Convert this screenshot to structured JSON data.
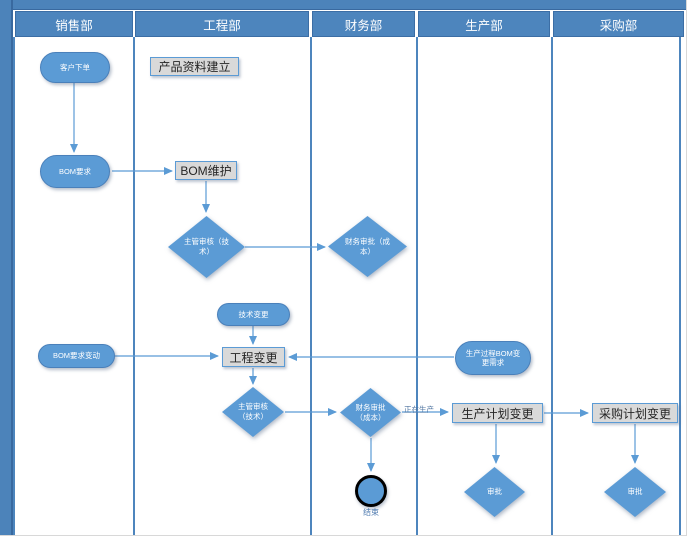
{
  "header": {
    "lanes": [
      "销售部",
      "工程部",
      "财务部",
      "生产部",
      "采购部"
    ]
  },
  "nodes": {
    "customer_order": {
      "label": "客户下单",
      "shape": "stadium",
      "lane": "销售部"
    },
    "bom_requirement": {
      "label": "BOM要求",
      "shape": "stadium",
      "lane": "销售部"
    },
    "bom_requirement_change": {
      "label": "BOM要求变动",
      "shape": "stadium",
      "lane": "销售部"
    },
    "product_data_setup": {
      "label": "产品资料建立",
      "shape": "process",
      "lane": "工程部"
    },
    "bom_maintenance": {
      "label": "BOM维护",
      "shape": "process",
      "lane": "工程部"
    },
    "supervisor_review_1": {
      "label": "主管审核（技术）",
      "shape": "decision",
      "lane": "工程部"
    },
    "tech_change": {
      "label": "技术变更",
      "shape": "stadium",
      "lane": "工程部"
    },
    "engineering_change": {
      "label": "工程变更",
      "shape": "process",
      "lane": "工程部"
    },
    "supervisor_review_2": {
      "label": "主管审核（技术）",
      "shape": "decision",
      "lane": "工程部"
    },
    "finance_approval_1": {
      "label": "财务审批（成本）",
      "shape": "decision",
      "lane": "财务部"
    },
    "finance_approval_2": {
      "label": "财务审批（成本）",
      "shape": "decision",
      "lane": "财务部"
    },
    "end": {
      "label": "结束",
      "shape": "end-circle",
      "lane": "财务部"
    },
    "production_bom_change": {
      "label": "生产过程BOM变更需求",
      "shape": "stadium",
      "lane": "生产部"
    },
    "production_plan_change": {
      "label": "生产计划变更",
      "shape": "process",
      "lane": "生产部"
    },
    "approval_production": {
      "label": "审批",
      "shape": "decision",
      "lane": "生产部"
    },
    "purchase_plan_change": {
      "label": "采购计划变更",
      "shape": "process",
      "lane": "采购部"
    },
    "approval_purchase": {
      "label": "审批",
      "shape": "decision",
      "lane": "采购部"
    }
  },
  "edges": [
    {
      "from": "customer_order",
      "to": "bom_requirement"
    },
    {
      "from": "bom_requirement",
      "to": "bom_maintenance"
    },
    {
      "from": "bom_maintenance",
      "to": "supervisor_review_1"
    },
    {
      "from": "supervisor_review_1",
      "to": "finance_approval_1"
    },
    {
      "from": "tech_change",
      "to": "engineering_change"
    },
    {
      "from": "bom_requirement_change",
      "to": "engineering_change"
    },
    {
      "from": "production_bom_change",
      "to": "engineering_change"
    },
    {
      "from": "engineering_change",
      "to": "supervisor_review_2"
    },
    {
      "from": "supervisor_review_2",
      "to": "finance_approval_2"
    },
    {
      "from": "finance_approval_2",
      "to": "production_plan_change",
      "label": "正在生产"
    },
    {
      "from": "finance_approval_2",
      "to": "end"
    },
    {
      "from": "production_plan_change",
      "to": "purchase_plan_change"
    },
    {
      "from": "production_plan_change",
      "to": "approval_production"
    },
    {
      "from": "purchase_plan_change",
      "to": "approval_purchase"
    }
  ],
  "colors": {
    "shape_blue": "#5b9bd5",
    "shape_border": "#4a80ba",
    "header_blue": "#4d85bd",
    "process_gray": "#d9d9d9",
    "arrow_blue": "#5b9bd5",
    "end_ring": "#000000"
  }
}
